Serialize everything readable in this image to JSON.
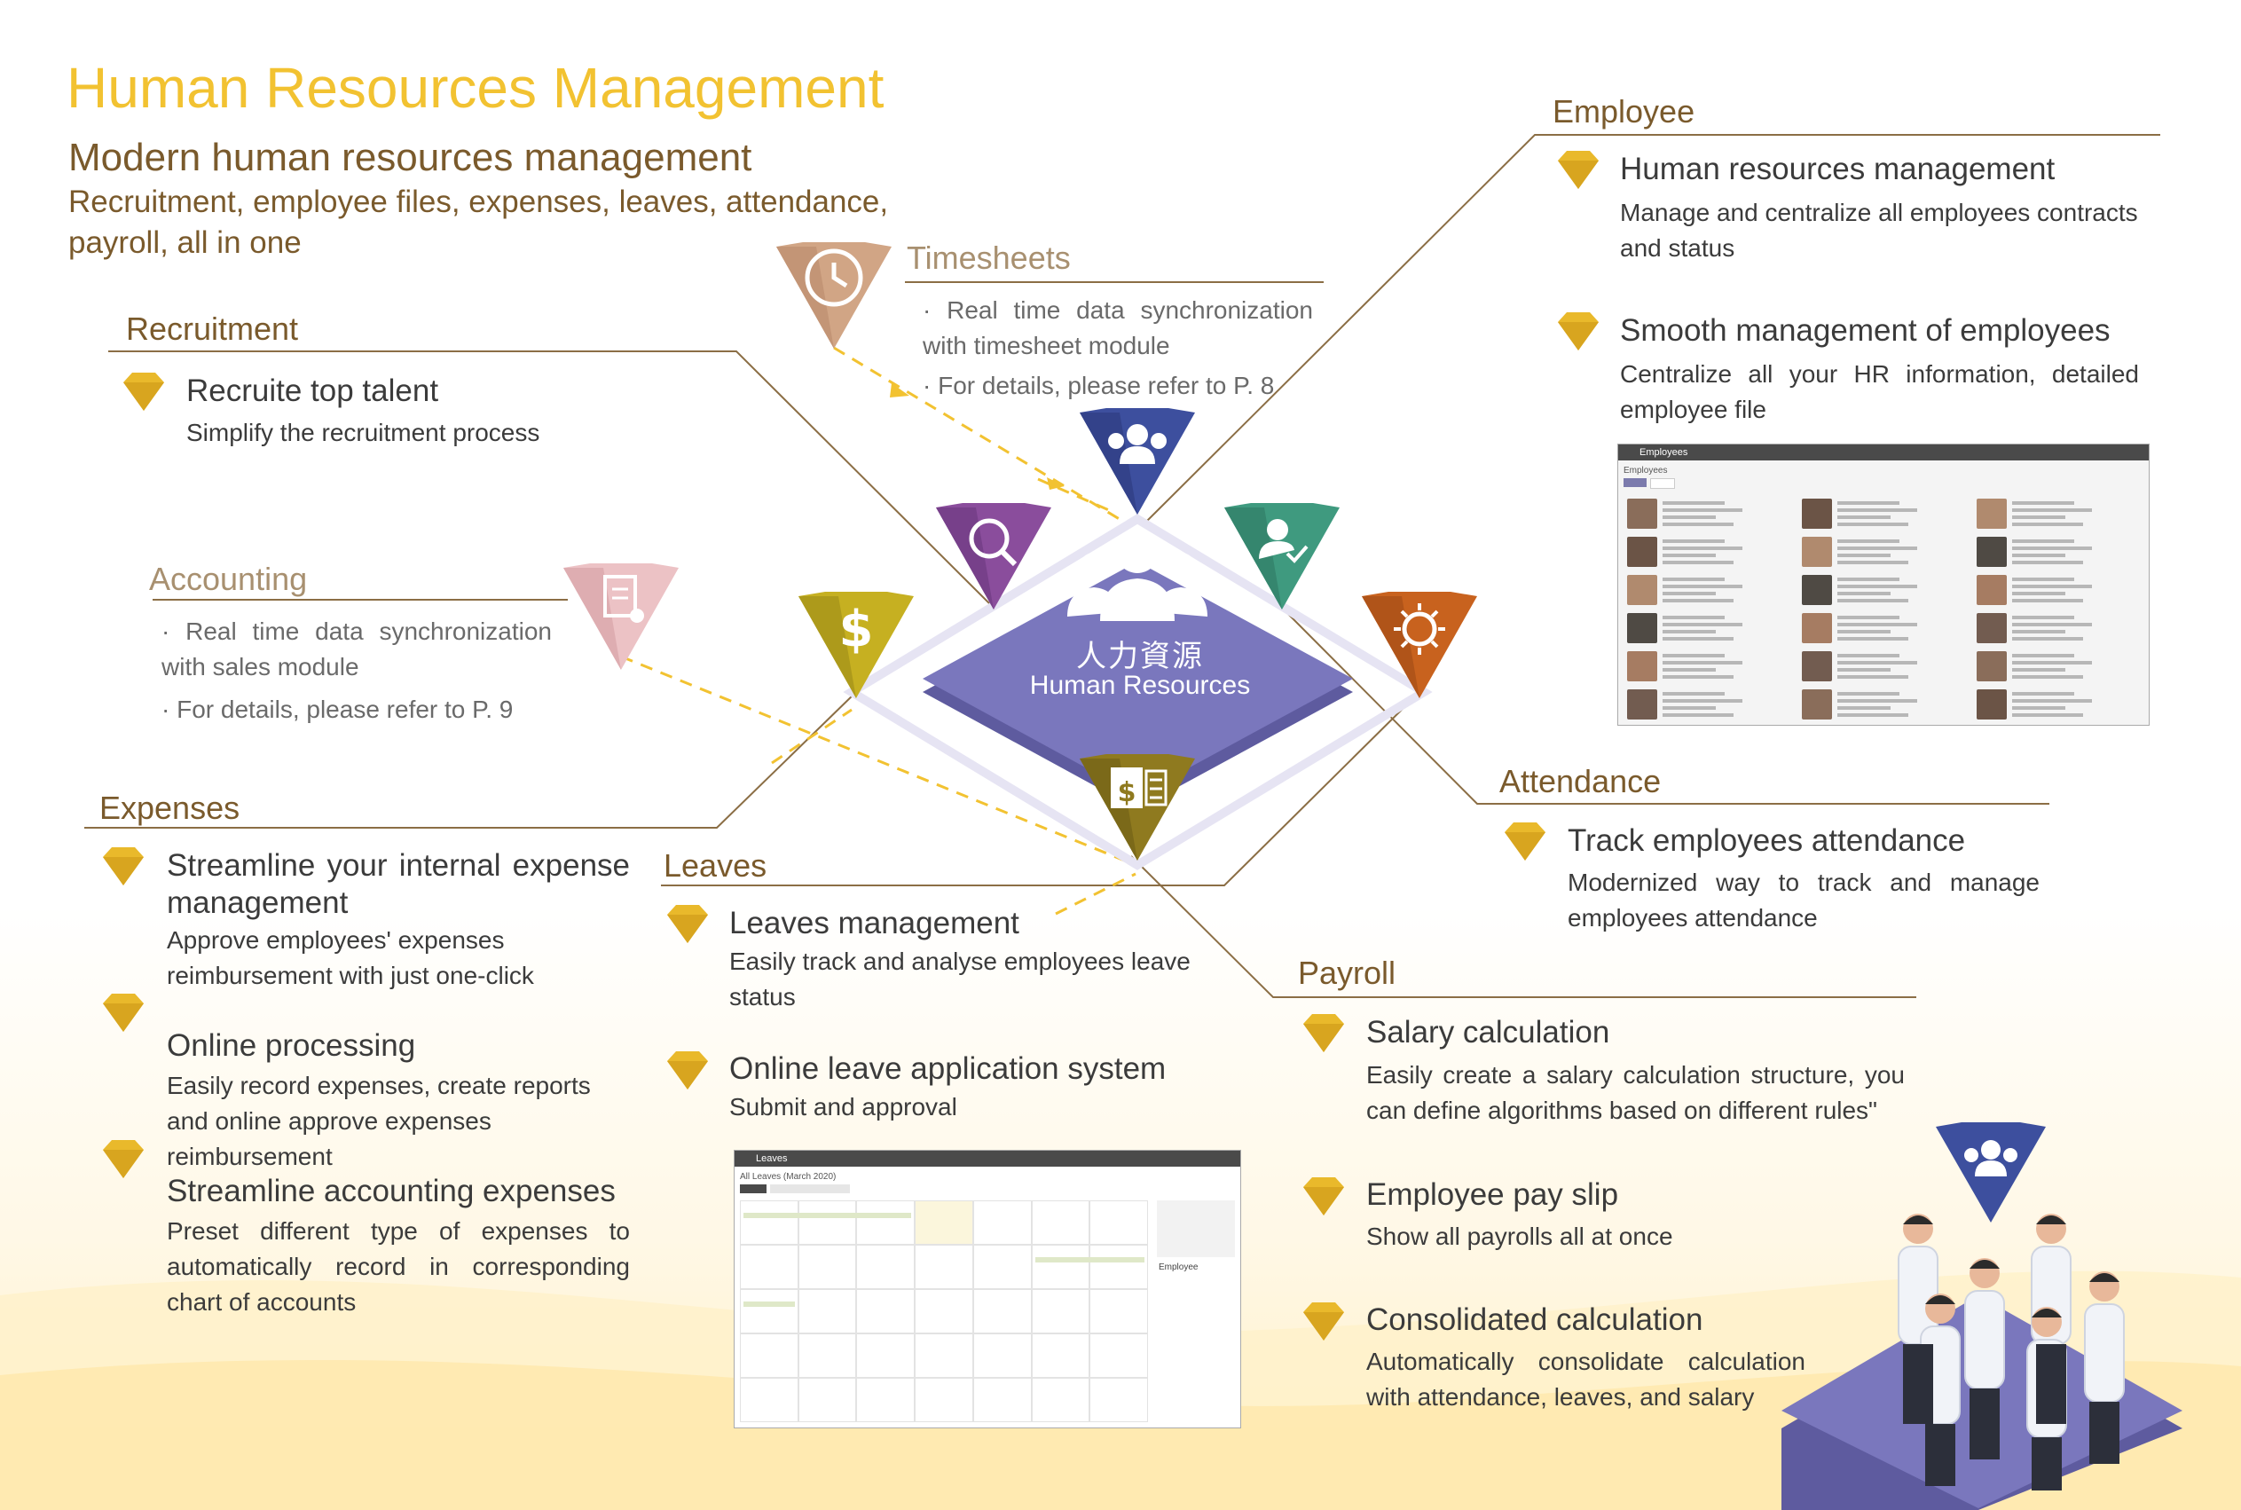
{
  "header": {
    "title": "Human Resources Management",
    "subtitle": "Modern human resources management",
    "description": "Recruitment, employee files, expenses, leaves, attendance, payroll, all in one"
  },
  "hub": {
    "label_zh": "人力資源",
    "label_en": "Human Resources"
  },
  "timesheets": {
    "title": "Timesheets",
    "bullets": [
      "Real time data synchronization with timesheet module",
      "For details, please refer to P. 8"
    ]
  },
  "accounting": {
    "title": "Accounting",
    "bullets": [
      "Real time data synchronization with sales module",
      "For details, please refer to P. 9"
    ]
  },
  "recruitment": {
    "title": "Recruitment",
    "items": [
      {
        "title": "Recruite top talent",
        "desc": "Simplify the recruitment process"
      }
    ]
  },
  "employee": {
    "title": "Employee",
    "items": [
      {
        "title": "Human resources management",
        "desc": "Manage and centralize all employees contracts and status"
      },
      {
        "title": "Smooth management of employees",
        "desc": "Centralize all your HR information, detailed employee file"
      }
    ]
  },
  "expenses": {
    "title": "Expenses",
    "items": [
      {
        "title": "Streamline your internal expense management",
        "desc": "Approve employees' expenses reimbursement with just one-click"
      },
      {
        "title": "Online processing",
        "desc": "Easily record expenses, create reports and online approve expenses reimbursement"
      },
      {
        "title": "Streamline accounting expenses",
        "desc": "Preset different type of expenses to automatically record in corresponding chart of accounts"
      }
    ]
  },
  "leaves": {
    "title": "Leaves",
    "items": [
      {
        "title": "Leaves management",
        "desc": "Easily track and analyse employees leave status"
      },
      {
        "title": "Online leave application system",
        "desc": "Submit and approval"
      }
    ]
  },
  "attendance": {
    "title": "Attendance",
    "items": [
      {
        "title": "Track employees attendance",
        "desc": "Modernized way to track and manage employees attendance"
      }
    ]
  },
  "payroll": {
    "title": "Payroll",
    "items": [
      {
        "title": "Salary calculation",
        "desc": "Easily create a salary calculation structure, you can define algorithms based on different rules\""
      },
      {
        "title": "Employee pay slip",
        "desc": "Show all payrolls all at once"
      },
      {
        "title": "Consolidated calculation",
        "desc": "Automatically consolidate calculation with attendance, leaves, and salary"
      }
    ]
  },
  "employees_screenshot": {
    "app": "Employees",
    "breadcrumb": "Employees"
  },
  "leaves_screenshot": {
    "app": "Leaves",
    "breadcrumb": "All Leaves (March 2020)",
    "side_title": "Employee"
  },
  "colors": {
    "title_gold": "#f2c231",
    "brown": "#7a5a2c",
    "hub_purple": "#7a77bd",
    "gem_gold": "#e9b92b",
    "gem_blue": "#3d4f9e",
    "gem_purple": "#8a4d9c",
    "gem_green": "#3f9a7f",
    "gem_orange": "#c8621e",
    "gem_olive": "#8f7a1f",
    "gem_yellow": "#c6b021",
    "gem_tan": "#d1a585",
    "gem_pink": "#e8b9bd"
  }
}
